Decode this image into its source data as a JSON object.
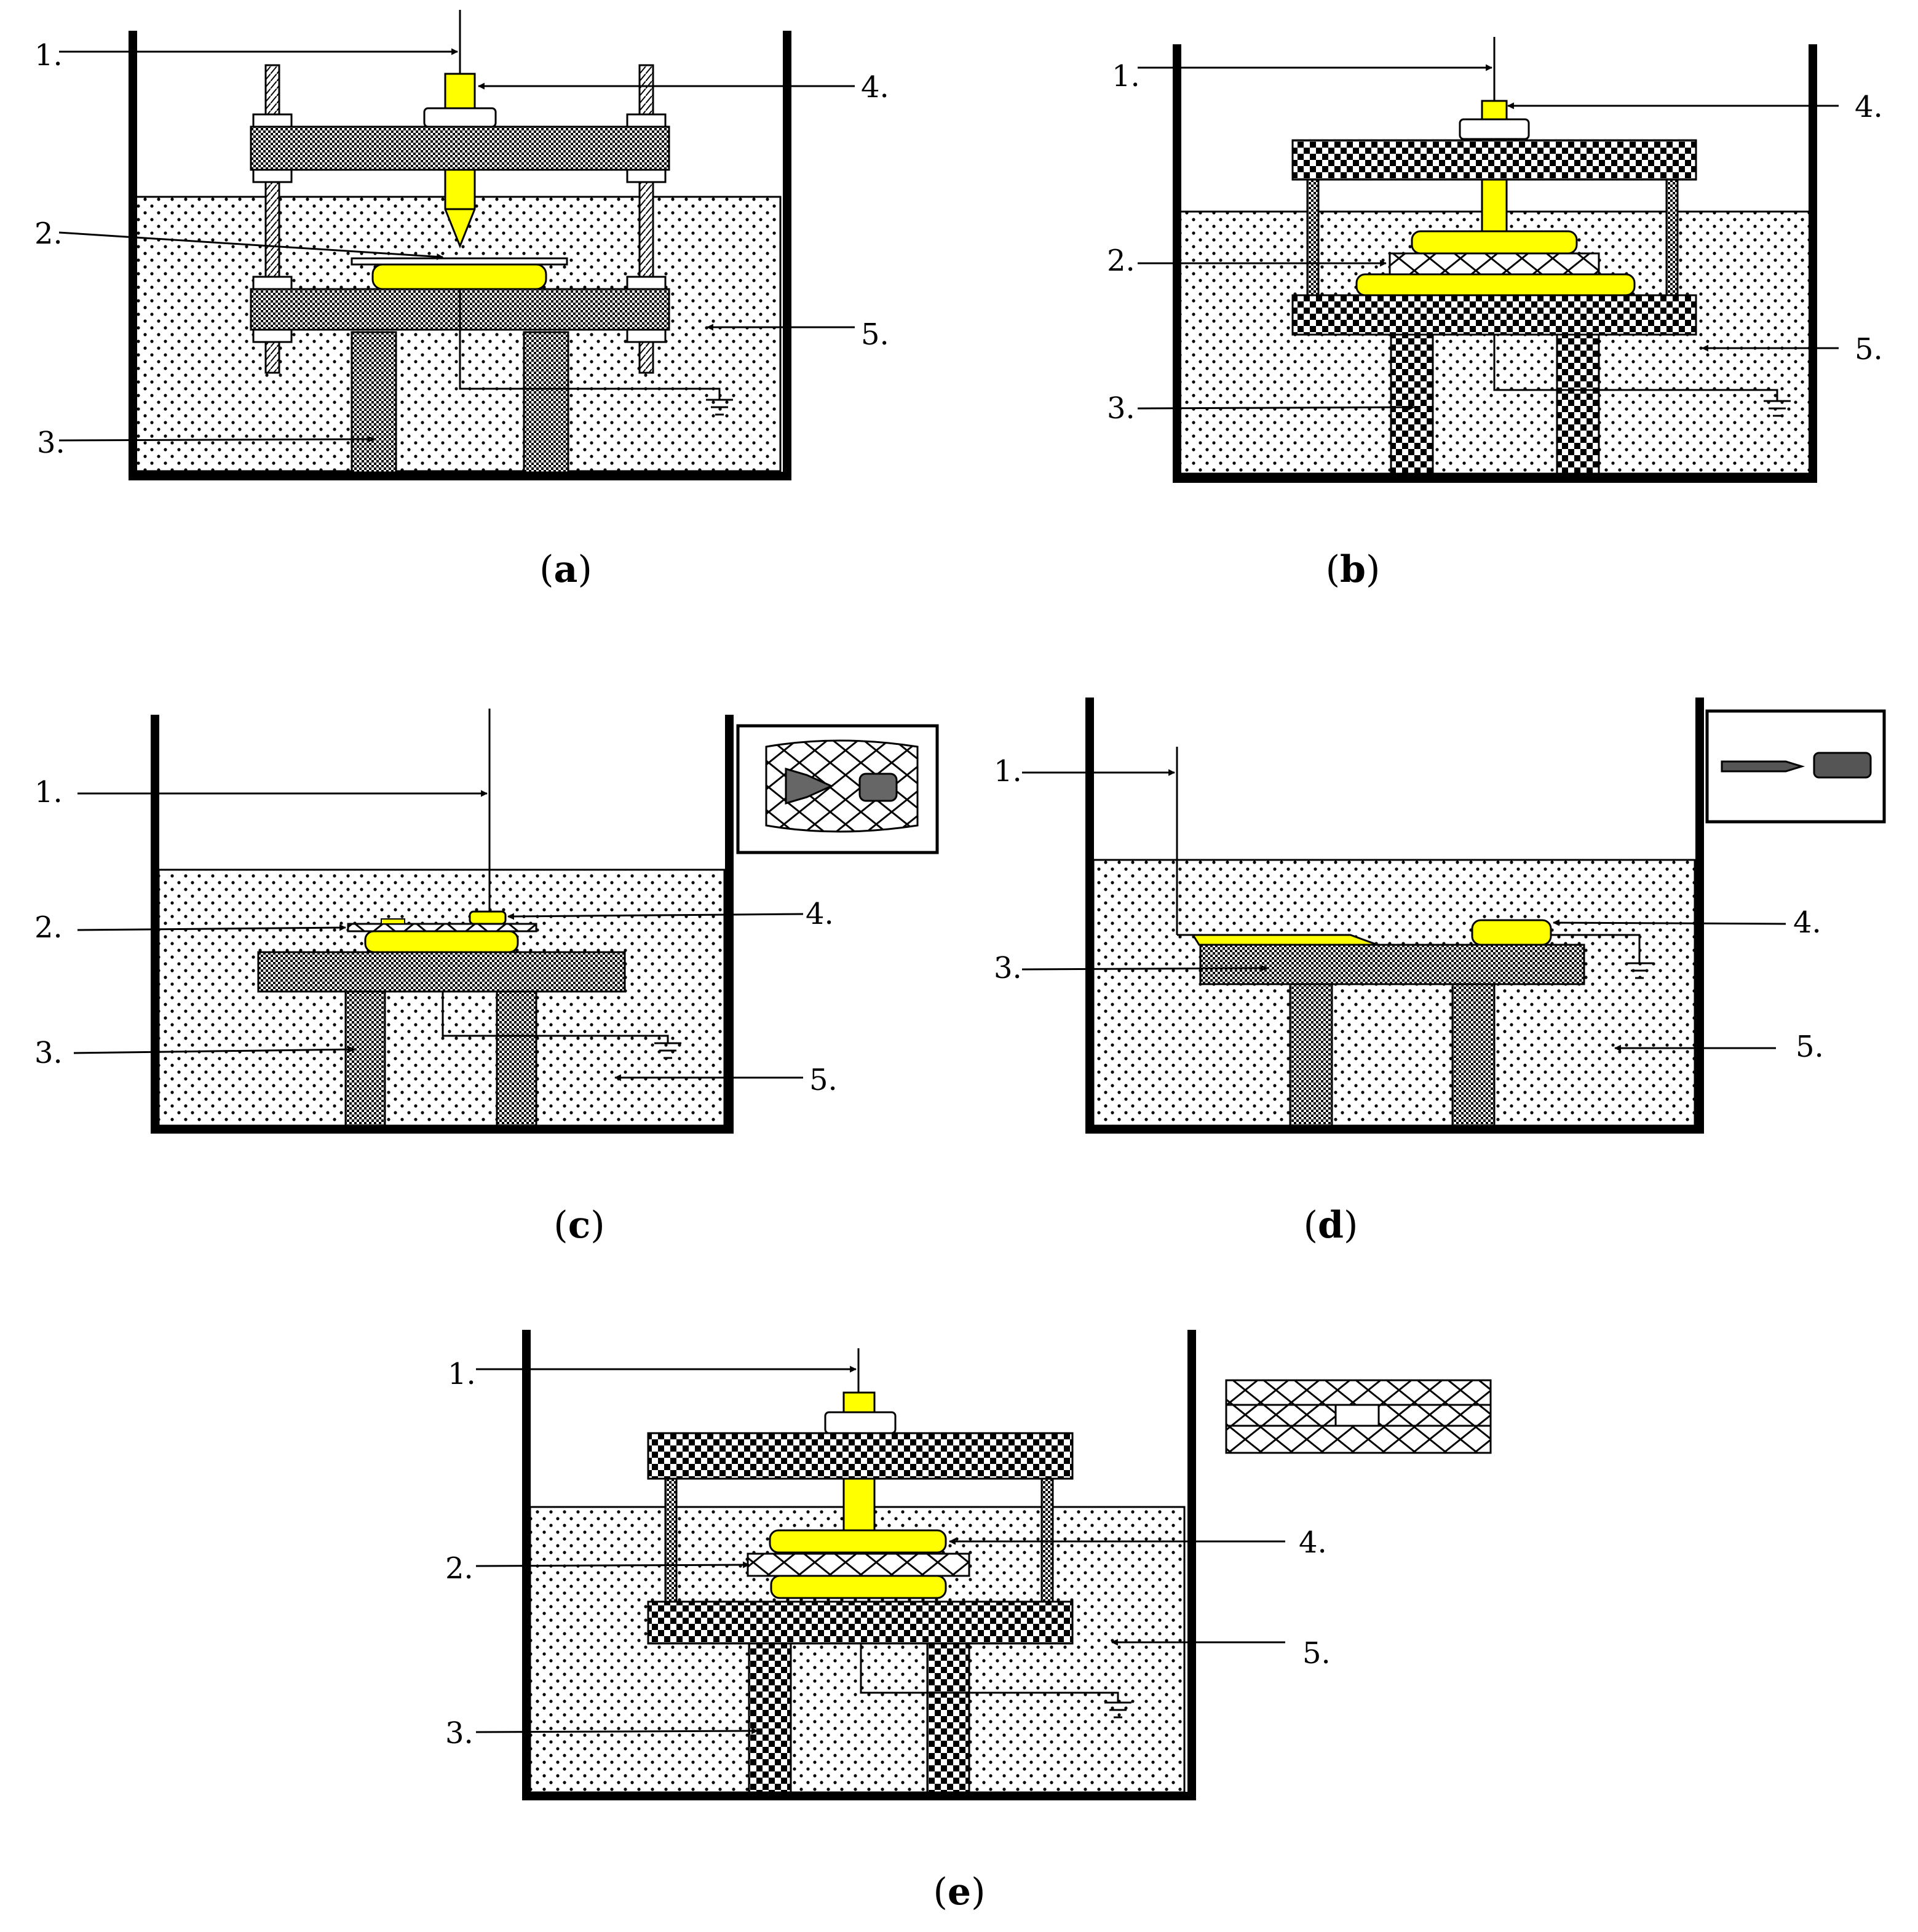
{
  "panels": [
    {
      "id": "a",
      "caption_letter": "a",
      "labels": [
        "1.",
        "2.",
        "3.",
        "4.",
        "5."
      ]
    },
    {
      "id": "b",
      "caption_letter": "b",
      "labels": [
        "1.",
        "2.",
        "3.",
        "4.",
        "5."
      ]
    },
    {
      "id": "c",
      "caption_letter": "c",
      "labels": [
        "1.",
        "2.",
        "3.",
        "4.",
        "5."
      ]
    },
    {
      "id": "d",
      "caption_letter": "d",
      "labels": [
        "1.",
        "3.",
        "4.",
        "5."
      ]
    },
    {
      "id": "e",
      "caption_letter": "e",
      "labels": [
        "1.",
        "2.",
        "3.",
        "4.",
        "5."
      ]
    }
  ],
  "paren_open": "(",
  "paren_close": ")",
  "colors": {
    "electrode": "#ffff00",
    "stroke": "#000000",
    "block_gray": "#555555",
    "insert_gray": "#666666"
  }
}
